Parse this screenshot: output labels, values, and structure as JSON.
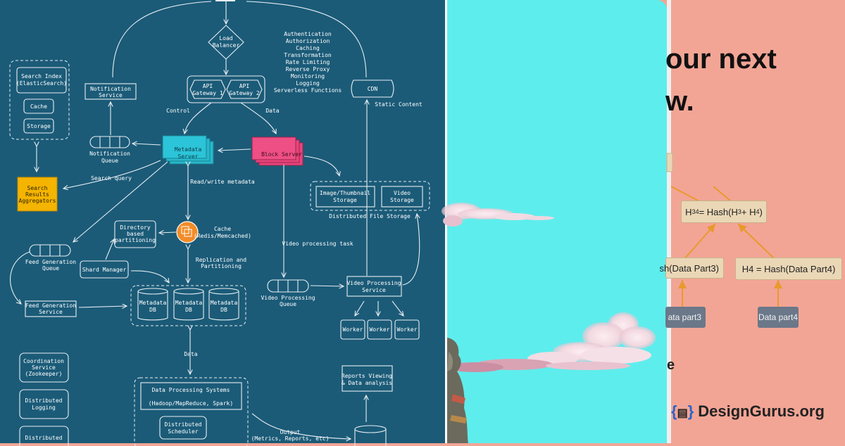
{
  "left_diagram": {
    "nodes": {
      "load_balancer": [
        "Load",
        "Balancer"
      ],
      "features": [
        "Authentication",
        "Authorization",
        "Caching",
        "Transformation",
        "Rate Limiting",
        "Reverse Proxy",
        "Monitoring",
        "Logging",
        "Serverless Functions"
      ],
      "gateway1": [
        "API",
        "Gateway 1"
      ],
      "gateway2": [
        "API",
        "Gateway 2"
      ],
      "cdn": "CDN",
      "static_content": "Static Content",
      "search_index": [
        "Search Index",
        "(ElasticSearch)"
      ],
      "cache_small": "Cache",
      "storage_small": "Storage",
      "notification_service": [
        "Notification",
        "Service"
      ],
      "notification_queue": [
        "Notification",
        "Queue"
      ],
      "control": "Control",
      "data_label": "Data",
      "metadata_server": [
        "Metadata",
        "Server"
      ],
      "block_server": "Block Server",
      "search_query": "Search query",
      "search_results": [
        "Search",
        "Results",
        "Aggregators"
      ],
      "read_write": "Read/write metadata",
      "image_storage": [
        "Image/Thumbnail",
        "Storage"
      ],
      "video_storage": [
        "Video",
        "Storage"
      ],
      "distributed_file_storage": "Distributed File Storage",
      "directory_partitioning": [
        "Directory",
        "based",
        "partitioning"
      ],
      "cache_redis": [
        "Cache",
        "(Redis/Memcached)"
      ],
      "feed_queue": [
        "Feed Generation",
        "Queue"
      ],
      "video_task": "Video processing task",
      "shard_manager": "Shard Manager",
      "replication": [
        "Replication and",
        "Partitioning"
      ],
      "video_queue": [
        "Video Processing",
        "Queue"
      ],
      "video_service": [
        "Video Processing",
        "Service"
      ],
      "feed_service": [
        "Feed Generation",
        "Service"
      ],
      "metadata_db": [
        "Metadata",
        "DB"
      ],
      "worker": "Worker",
      "data_down": "Data",
      "coordination": [
        "Coordination",
        "Service",
        "(Zookeeper)"
      ],
      "reports": [
        "Reports Viewing",
        "& Data analysis"
      ],
      "distributed_logging": [
        "Distributed",
        "Logging"
      ],
      "data_processing": [
        "Data Processing Systems",
        "(Hadoop/MapReduce, Spark)"
      ],
      "distributed_scheduler": [
        "Distributed",
        "Scheduler"
      ],
      "output": [
        "Output",
        "(Metrics, Reports, etc)"
      ],
      "distributed_tracing": [
        "Distributed"
      ]
    },
    "colors": {
      "background": "#1b5b78",
      "metadata_server": "#27b8cc",
      "block_server": "#e8457a",
      "search_results": "#f4b400",
      "cache_redis": "#f28c28"
    }
  },
  "middle_panel": {
    "colors": {
      "sky": "#5eeded",
      "cloud": "#f7e6ec"
    }
  },
  "right_panel": {
    "title_line1": "our next",
    "title_line2": "w.",
    "merkle": {
      "h34": "H34 = Hash(H3 + H4)",
      "h34_main": "H",
      "h34_sub": "34",
      "h34_rest": " = Hash(H",
      "h34_sub3": "3",
      "h34_plus": " + H",
      "h34_sub4": "4",
      "h34_end": ")",
      "h3": "sh(Data Part3)",
      "h4": "H4 = Hash(Data Part4)",
      "data3": "ata part3",
      "data4": "Data part4"
    },
    "side_letter": "e",
    "brand": "DesignGurus.org",
    "colors": {
      "background": "#f2a595",
      "node": "#ead7b6",
      "data_node": "#6b7889",
      "arrow": "#e89a2c"
    }
  }
}
